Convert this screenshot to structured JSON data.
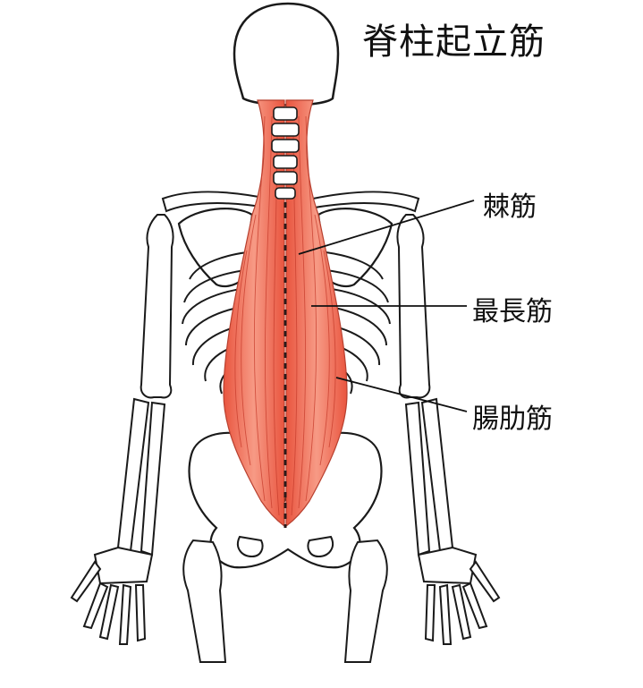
{
  "diagram": {
    "title": "脊柱起立筋",
    "labels": [
      {
        "id": "spinalis",
        "text": "棘筋"
      },
      {
        "id": "longissimus",
        "text": "最長筋"
      },
      {
        "id": "iliocostalis",
        "text": "腸肋筋"
      }
    ]
  },
  "colors": {
    "muscle": "#ef6b57",
    "muscle_light": "#f7a48f",
    "muscle_line": "#c63a2a",
    "bone_stroke": "#1a1a1a",
    "bone_fill": "#ffffff"
  }
}
